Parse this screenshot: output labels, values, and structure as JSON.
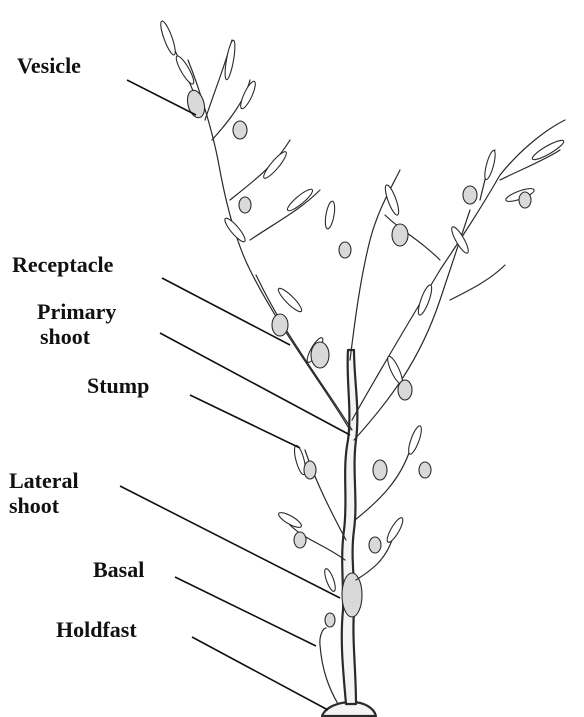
{
  "labels": {
    "vesicle": "Vesicle",
    "receptacle": "Receptacle",
    "primary_shoot": [
      "Primary",
      "shoot"
    ],
    "stump": "Stump",
    "lateral_shoot": [
      "Lateral",
      "shoot"
    ],
    "basal": "Basal",
    "holdfast": "Holdfast"
  }
}
